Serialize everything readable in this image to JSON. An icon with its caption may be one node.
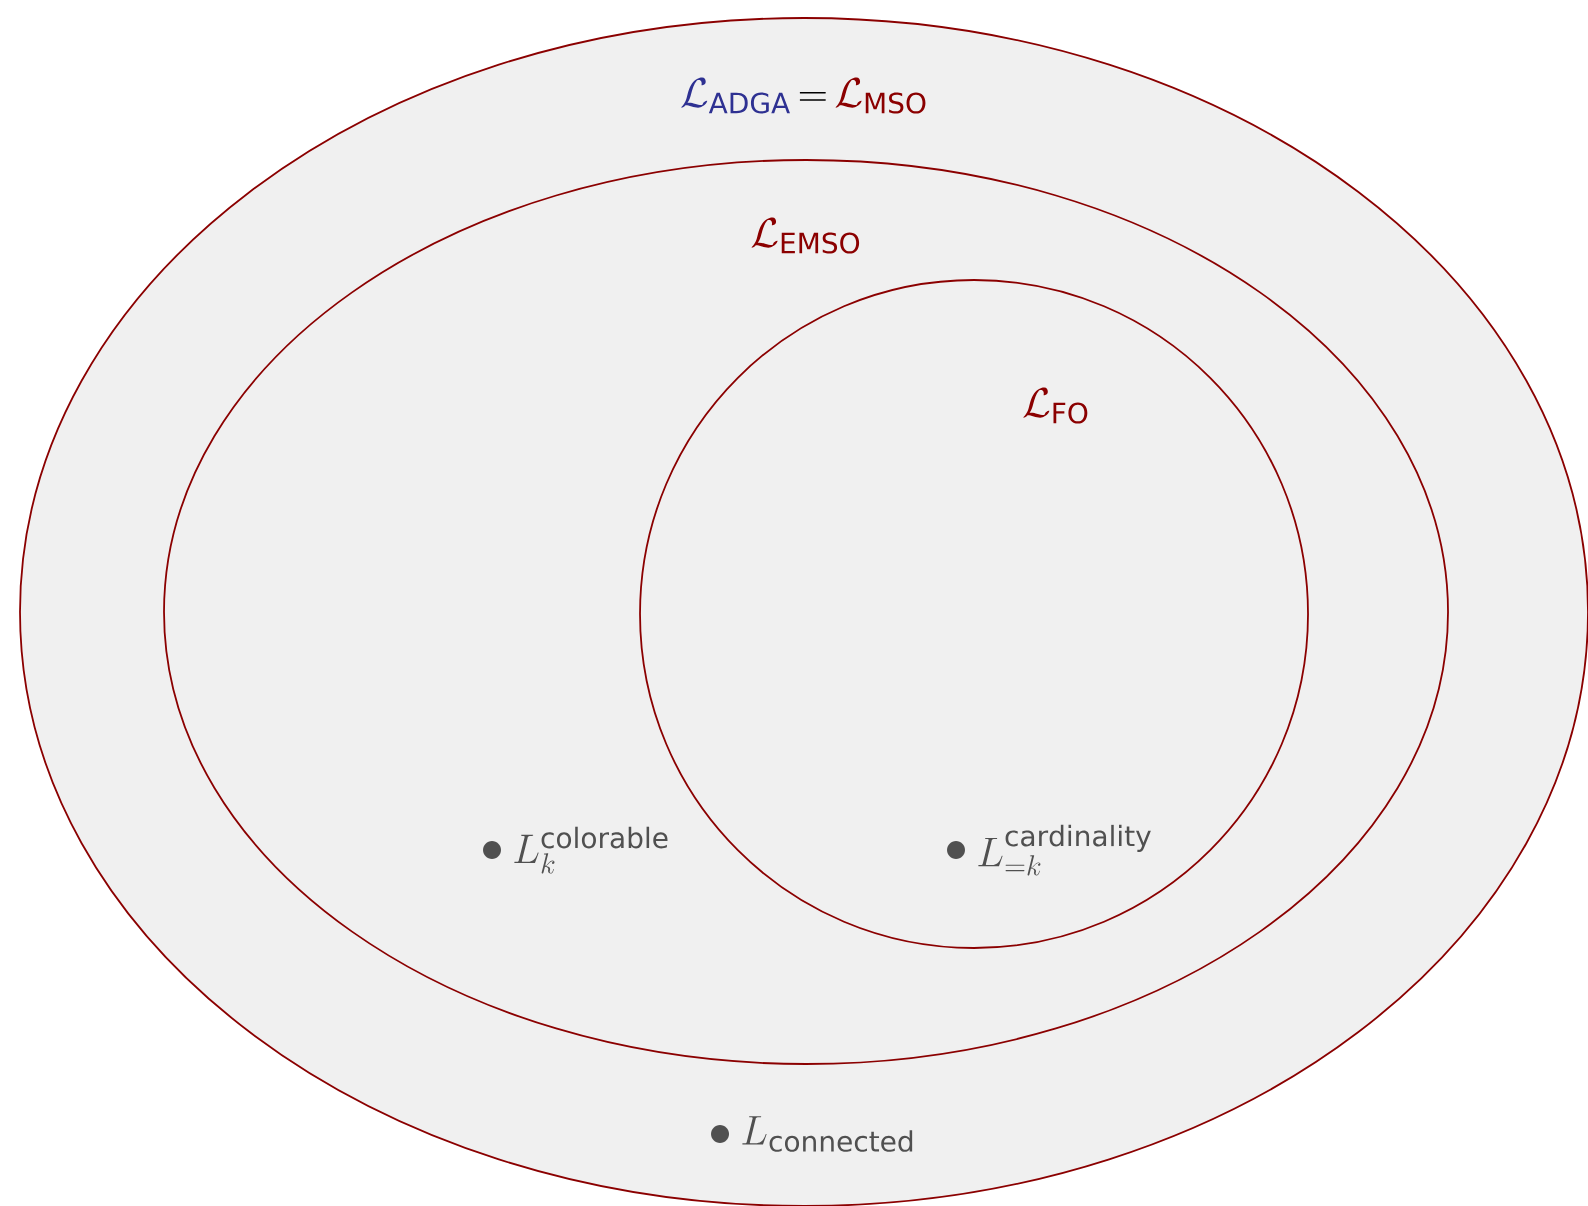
{
  "diagram": {
    "nodes": [
      {
        "text": [
          "\\mathcal{L}_{\\mathsf{ADGA}}",
          "=",
          "\\mathcal{L}_{\\mathsf{MSO}}"
        ]
      },
      {
        "text": [
          "\\mathcal{L}_{\\mathsf{EMSO}}"
        ],
        "in": 0
      },
      {
        "text": [
          "\\mathcal{L}_{\\mathsf{FO}}"
        ],
        "in": 1
      }
    ],
    "labels": [
      "L_k^{\\mathsf{colorable}}",
      "L_{=k}^{\\mathsf{cardinality}}",
      "L_{\\mathsf{connected}}"
    ]
  }
}
